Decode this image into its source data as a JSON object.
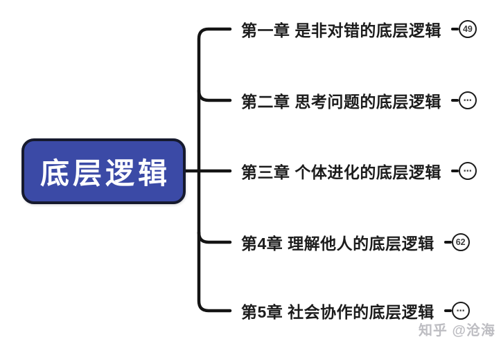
{
  "diagram": {
    "root": {
      "label": "底层逻辑"
    },
    "branches": [
      {
        "label": "第一章 是非对错的底层逻辑",
        "badge": "49"
      },
      {
        "label": "第二章 思考问题的底层逻辑",
        "badge": "⋯"
      },
      {
        "label": "第三章 个体进化的底层逻辑",
        "badge": "⋯"
      },
      {
        "label": "第4章 理解他人的底层逻辑",
        "badge": "62"
      },
      {
        "label": "第5章 社会协作的底层逻辑",
        "badge": "⋯"
      }
    ],
    "watermark": "知乎 @沧海"
  },
  "colors": {
    "node_fill": "#3b4aa6",
    "node_border": "#161a2e",
    "node_text": "#ffffff",
    "line": "#141414",
    "branch_text": "#1c1c1c",
    "badge_border": "#1a1a1a",
    "badge_text": "#3a3a3a",
    "watermark": "#bdbdc2"
  }
}
